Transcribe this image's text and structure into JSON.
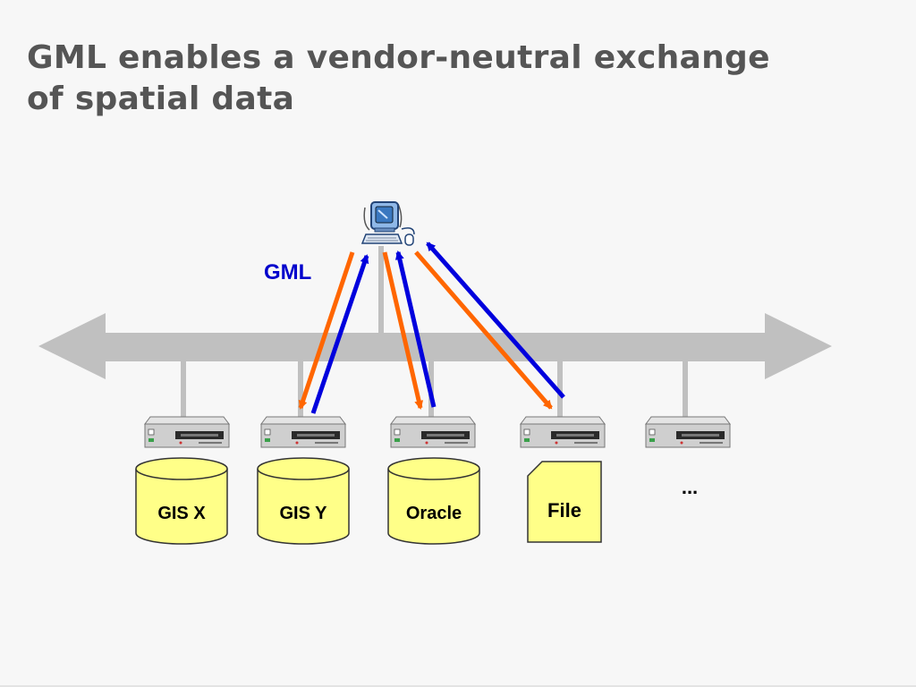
{
  "slide": {
    "title_line1": "GML enables a vendor-neutral exchange",
    "title_line2": "of spatial data"
  },
  "diagram": {
    "exchange_label": "GML",
    "systems": [
      {
        "label": "GIS X",
        "shape": "cylinder"
      },
      {
        "label": "GIS Y",
        "shape": "cylinder"
      },
      {
        "label": "Oracle",
        "shape": "cylinder"
      },
      {
        "label": "File",
        "shape": "document"
      }
    ],
    "more_label": "...",
    "icons": [
      "workstation-icon",
      "server-icon"
    ],
    "colors": {
      "network": "#c0c0c0",
      "request_arrow": "#ff6600",
      "response_arrow": "#0000dd",
      "gml_label": "#0000cc",
      "storage_fill": "#ffff88",
      "server_body": "#cfcfcf"
    }
  }
}
